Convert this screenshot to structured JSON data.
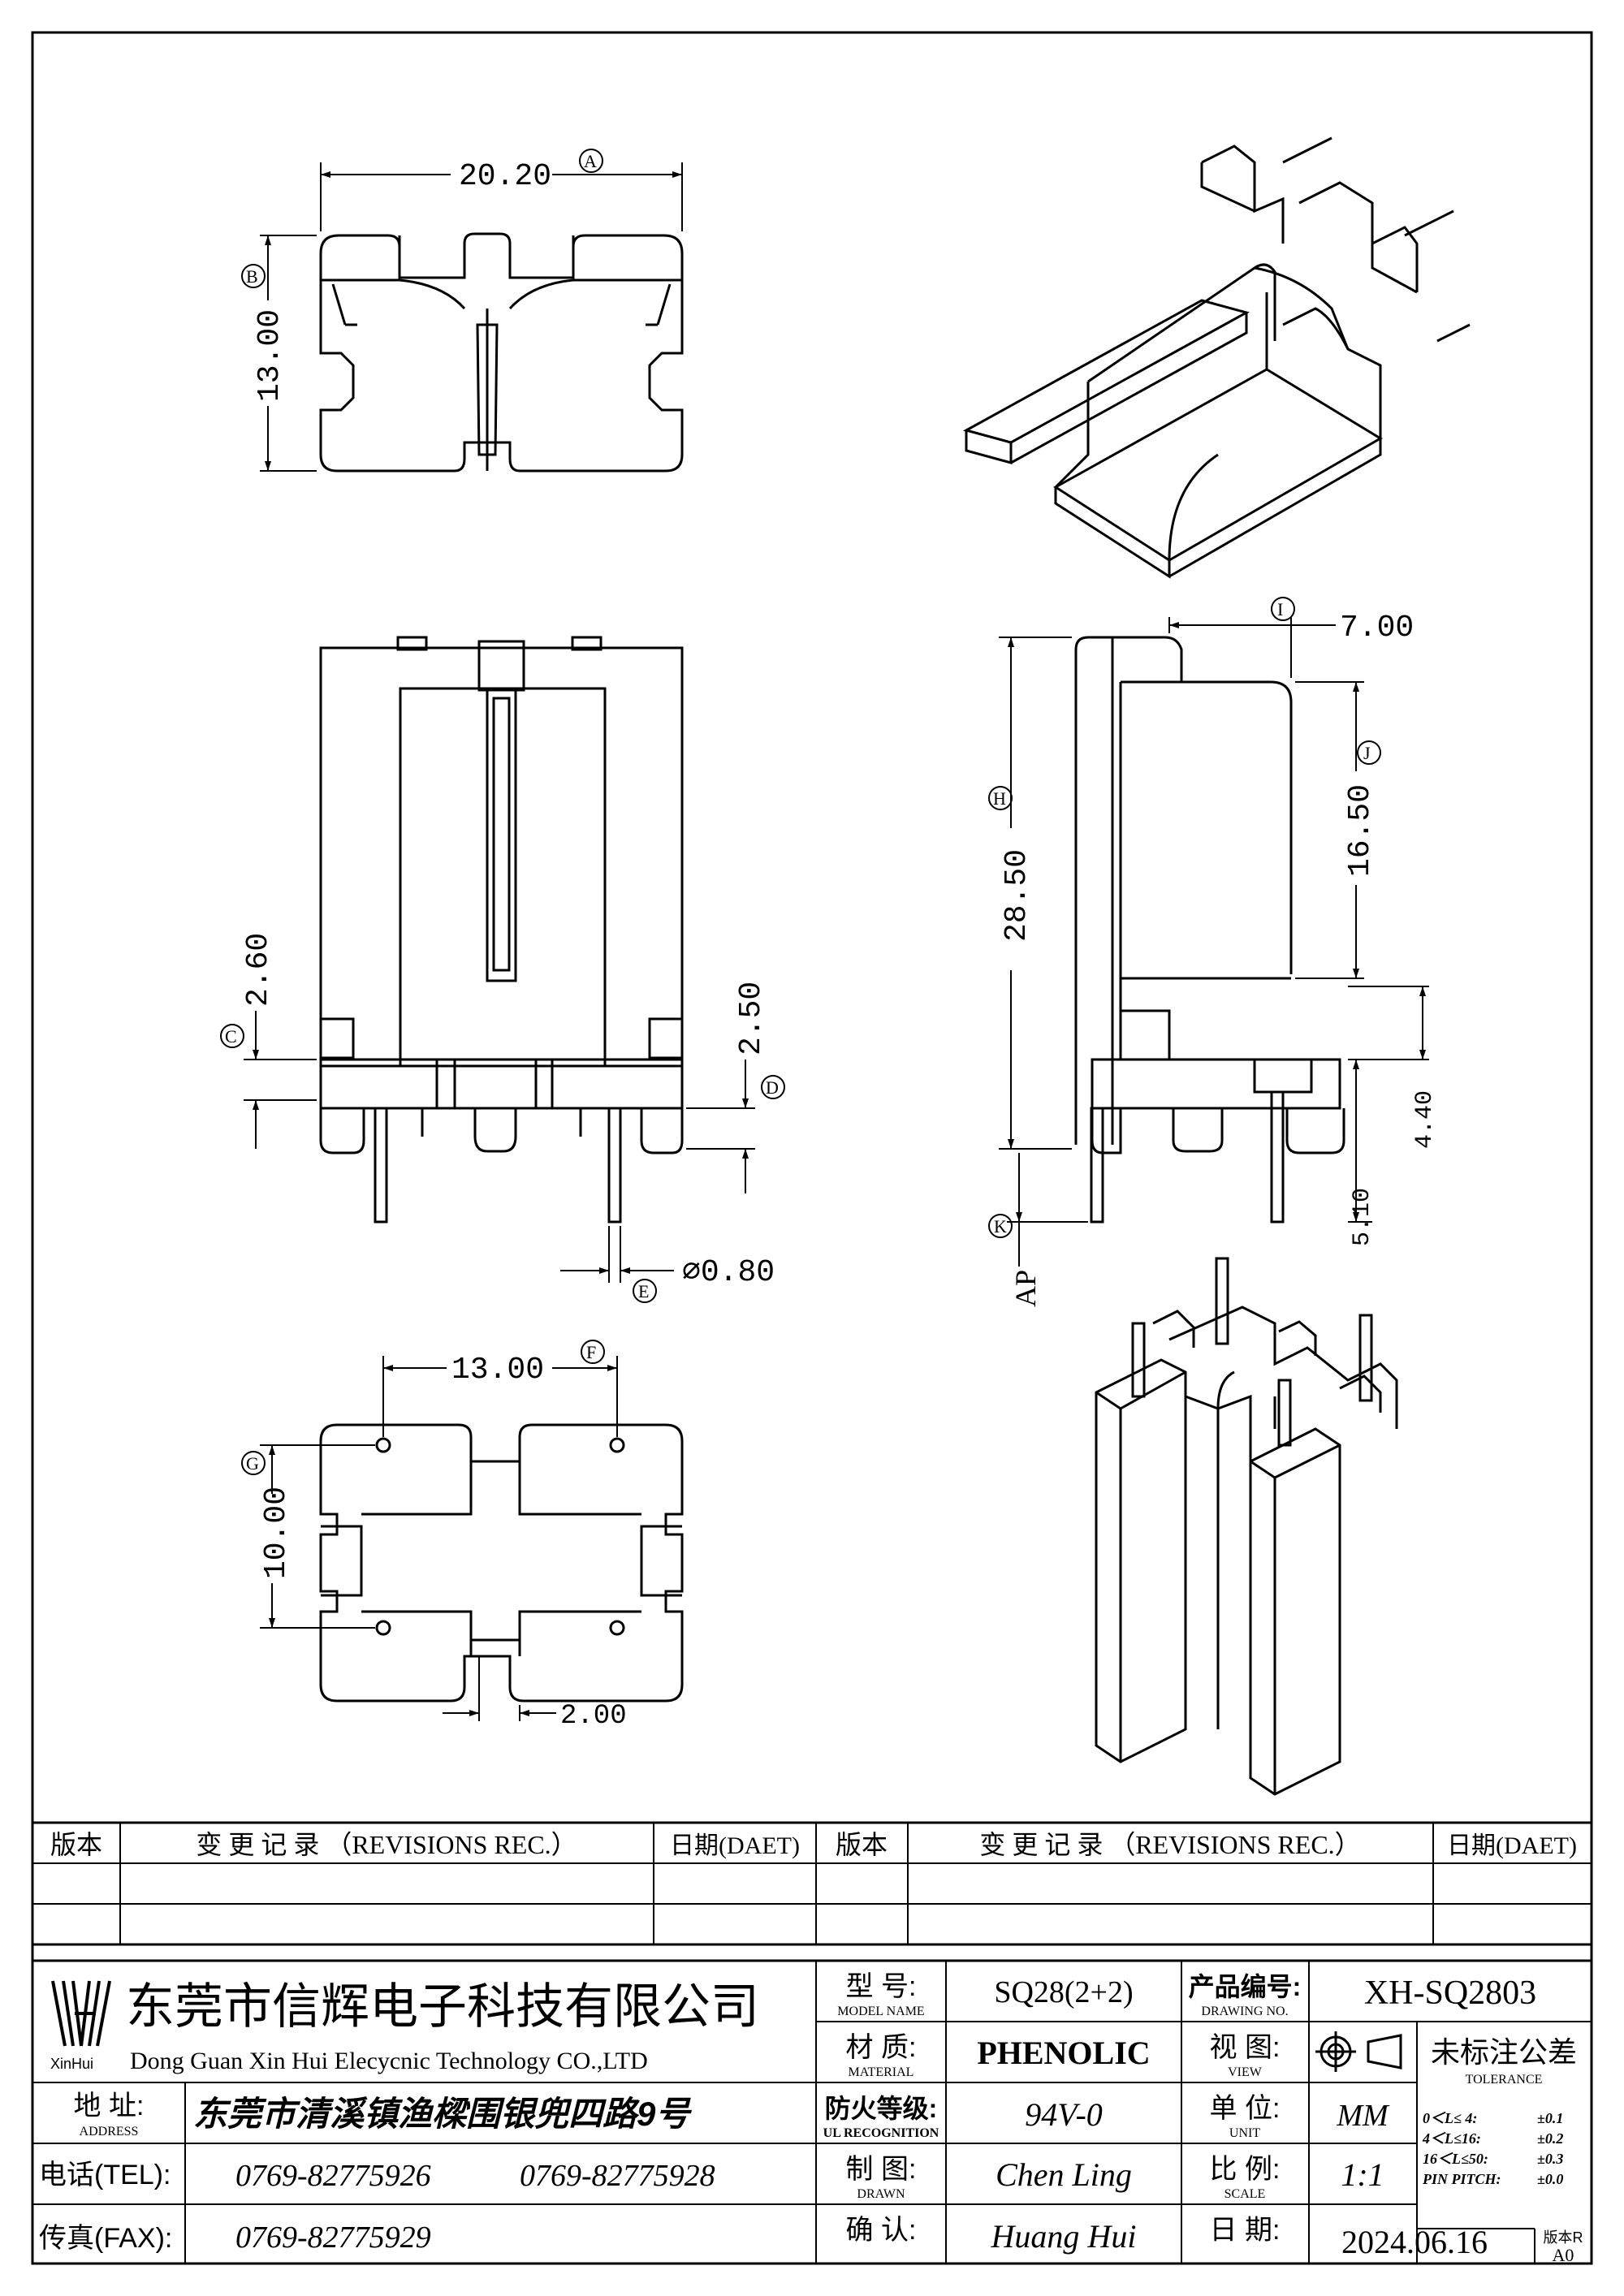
{
  "dimensions": {
    "top_width": "20.20",
    "top_width_tag": "A",
    "top_height": "13.00",
    "top_height_tag": "B",
    "front_c": "2.60",
    "front_c_tag": "C",
    "front_d": "2.50",
    "front_d_tag": "D",
    "pin_dia": "∅0.80",
    "pin_dia_tag": "E",
    "bottom_pitch_x": "13.00",
    "bottom_pitch_x_tag": "F",
    "bottom_pitch_y": "10.00",
    "bottom_pitch_y_tag": "G",
    "bottom_slot": "2.00",
    "side_height": "28.50",
    "side_height_tag": "H",
    "side_width": "7.00",
    "side_width_tag": "I",
    "side_window": "16.50",
    "side_window_tag": "J",
    "side_base": "4.40",
    "side_pin": "5.10",
    "side_k_tag": "K",
    "side_ap": "AP"
  },
  "revisions": {
    "col_version": "版本",
    "col_record": "变 更 记 录 （REVISIONS REC.）",
    "col_date": "日期(DAET)"
  },
  "company": {
    "logo_caption": "XinHui",
    "name_cn": "东莞市信辉电子科技有限公司",
    "name_en": "Dong Guan Xin Hui Elecycnic Technology CO.,LTD",
    "address_label": "地  址:",
    "address_label_en": "ADDRESS",
    "address": "东莞市清溪镇渔樑围银兜四路9号",
    "tel_label": "电话(TEL):",
    "tel1": "0769-82775926",
    "tel2": "0769-82775928",
    "fax_label": "传真(FAX):",
    "fax": "0769-82775929"
  },
  "title_block": {
    "model_label": "型  号:",
    "model_label_en": "MODEL NAME",
    "model": "SQ28(2+2)",
    "material_label": "材  质:",
    "material_label_en": "MATERIAL",
    "material": "PHENOLIC",
    "ul_label": "防火等级:",
    "ul_label_en": "UL RECOGNITION",
    "ul": "94V-0",
    "drawn_label": "制  图:",
    "drawn_label_en": "DRAWN",
    "drawn": "Chen Ling",
    "check_label": "确  认:",
    "check": "Huang Hui",
    "drawing_no_label": "产品编号:",
    "drawing_no_label_en": "DRAWING NO.",
    "drawing_no": "XH-SQ2803",
    "view_label": "视  图:",
    "view_label_en": "VIEW",
    "unit_label": "单  位:",
    "unit_label_en": "UNIT",
    "unit": "MM",
    "scale_label": "比  例:",
    "scale_label_en": "SCALE",
    "scale": "1:1",
    "date_label": "日  期:",
    "date": "2024.06.16",
    "version_label": "版本R",
    "version": "A0",
    "tolerance_title": "未标注公差",
    "tolerance_title_en": "TOLERANCE",
    "tolerances": [
      {
        "range": "0＜L≤ 4:",
        "value": "±0.1"
      },
      {
        "range": "4＜L≤16:",
        "value": "±0.2"
      },
      {
        "range": "16＜L≤50:",
        "value": "±0.3"
      },
      {
        "range": "PIN PITCH:",
        "value": "±0.0"
      }
    ]
  }
}
